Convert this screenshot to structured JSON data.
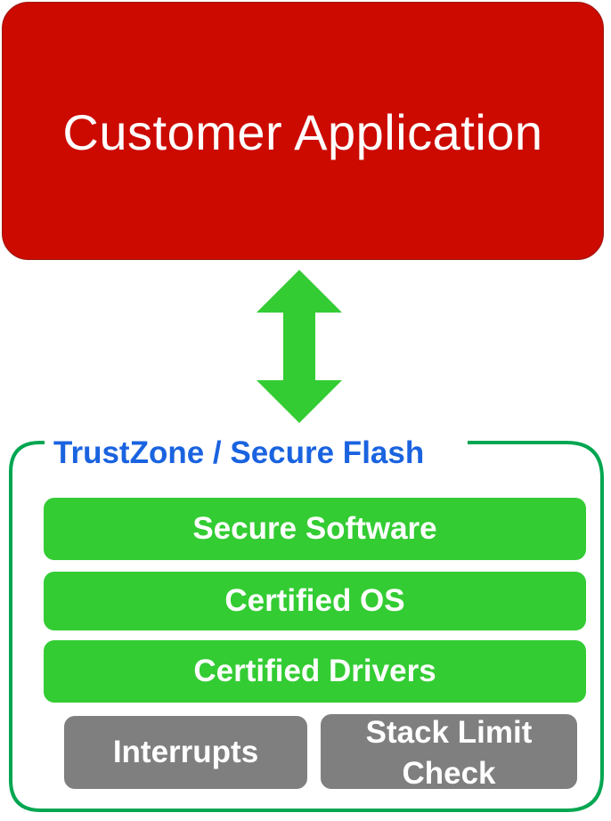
{
  "application": {
    "label": "Customer Application"
  },
  "trustzone": {
    "title": "TrustZone / Secure Flash",
    "layers": [
      "Secure Software",
      "Certified OS",
      "Certified Drivers"
    ],
    "blocks": [
      "Interrupts",
      "Stack Limit Check"
    ]
  },
  "colors": {
    "application_fill": "#cc0a00",
    "layer_fill": "#33cc33",
    "block_fill": "#7f7f7f",
    "frame_stroke": "#00a651",
    "title_text": "#1a63e0"
  }
}
